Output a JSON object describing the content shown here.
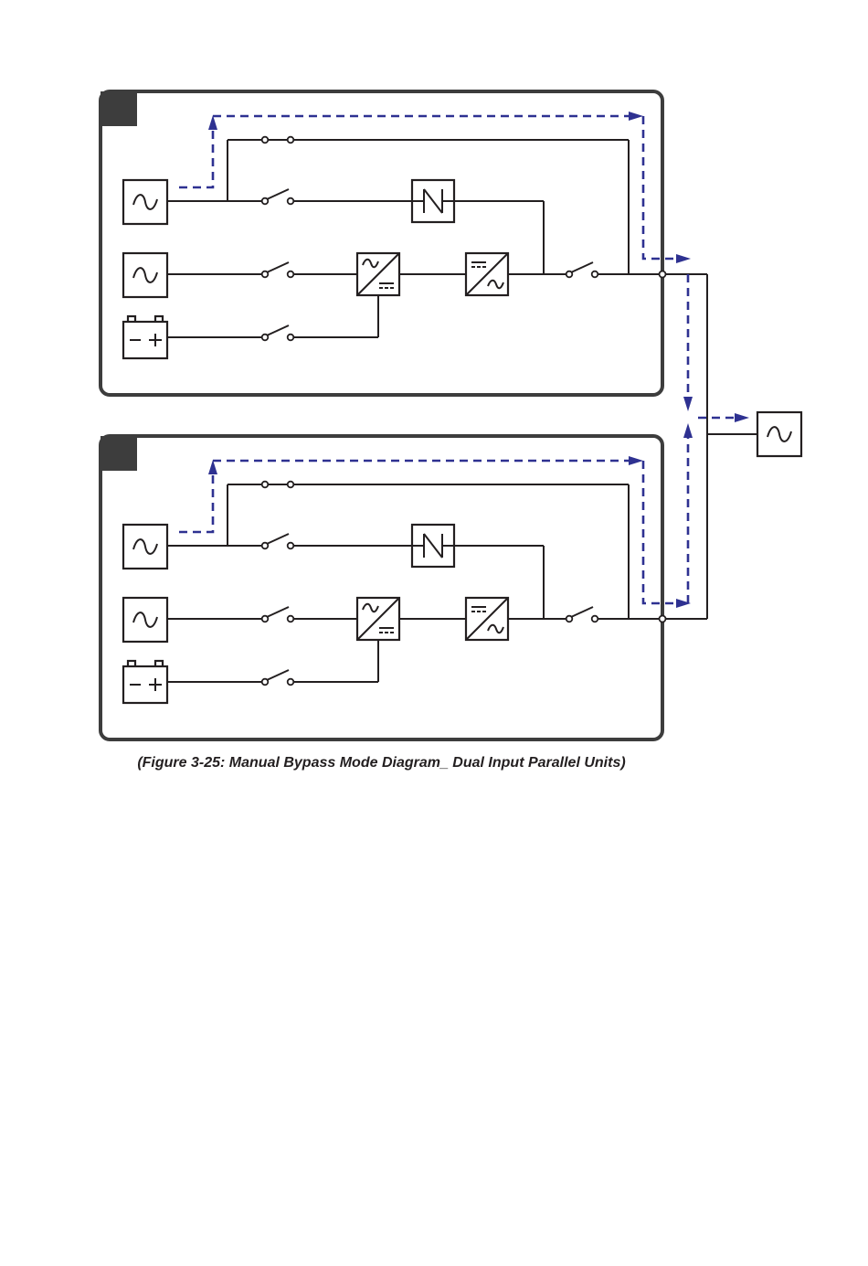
{
  "caption": "(Figure 3-25: Manual Bypass Mode Diagram_ Dual Input Parallel Units)",
  "colors": {
    "wire": "#231f20",
    "frame": "#3d3d3d",
    "flow_path": "#2e3191"
  },
  "units": [
    {
      "name": "unit-1",
      "components": [
        "ac-source-icon",
        "ac-source-icon",
        "battery-icon",
        "static-switch-icon",
        "rectifier-icon",
        "inverter-icon",
        "switch-icon"
      ]
    },
    {
      "name": "unit-2",
      "components": [
        "ac-source-icon",
        "ac-source-icon",
        "battery-icon",
        "static-switch-icon",
        "rectifier-icon",
        "inverter-icon",
        "switch-icon"
      ]
    }
  ],
  "load": {
    "icon": "ac-load-icon"
  }
}
